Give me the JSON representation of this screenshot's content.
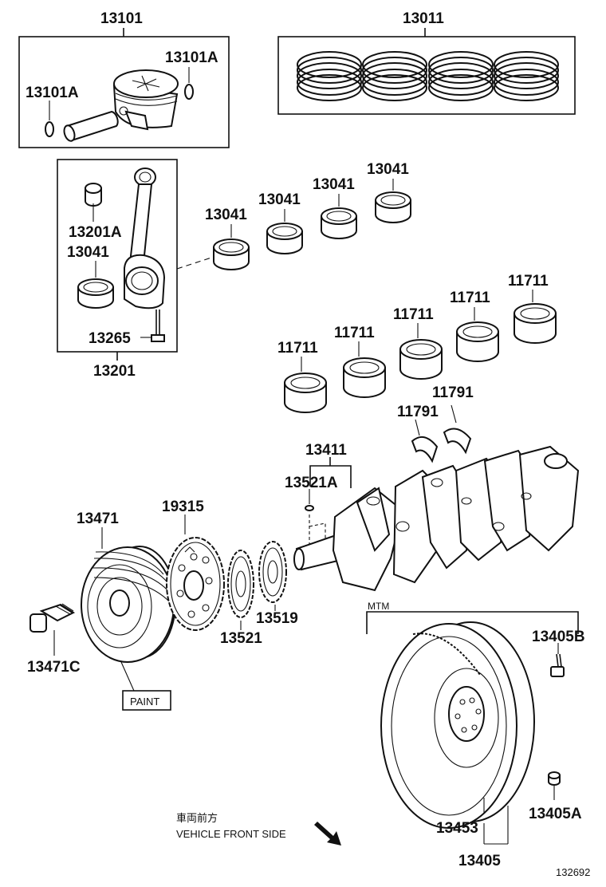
{
  "labels": {
    "piston_set": "13101",
    "ring_set": "13011",
    "snap_ring_left": "13101A",
    "snap_ring_right": "13101A",
    "rod_bearing_1": "13041",
    "rod_bearing_2": "13041",
    "rod_bearing_3": "13041",
    "rod_bearing_4": "13041",
    "rod_bearing_in_box": "13041",
    "bushing": "13201A",
    "rod_bolt": "13265",
    "rod_assembly": "13201",
    "main_bearing_1": "11711",
    "main_bearing_2": "11711",
    "main_bearing_3": "11711",
    "main_bearing_4": "11711",
    "main_bearing_5": "11711",
    "thrust_washer_1": "11791",
    "thrust_washer_2": "11791",
    "crankshaft": "13411",
    "key": "13521A",
    "pulley": "13471",
    "pulley_bolt": "13471C",
    "timing_rotor": "19315",
    "sprocket_1": "13521",
    "sprocket_2": "13519",
    "flywheel_bolt": "13405B",
    "flywheel_pin": "13405A",
    "ring_gear": "13453",
    "flywheel": "13405",
    "paint_note": "PAINT",
    "mtm_note": "MTM",
    "front_jp": "車両前方",
    "front_en": "VEHICLE FRONT SIDE",
    "figure_id": "132692"
  }
}
